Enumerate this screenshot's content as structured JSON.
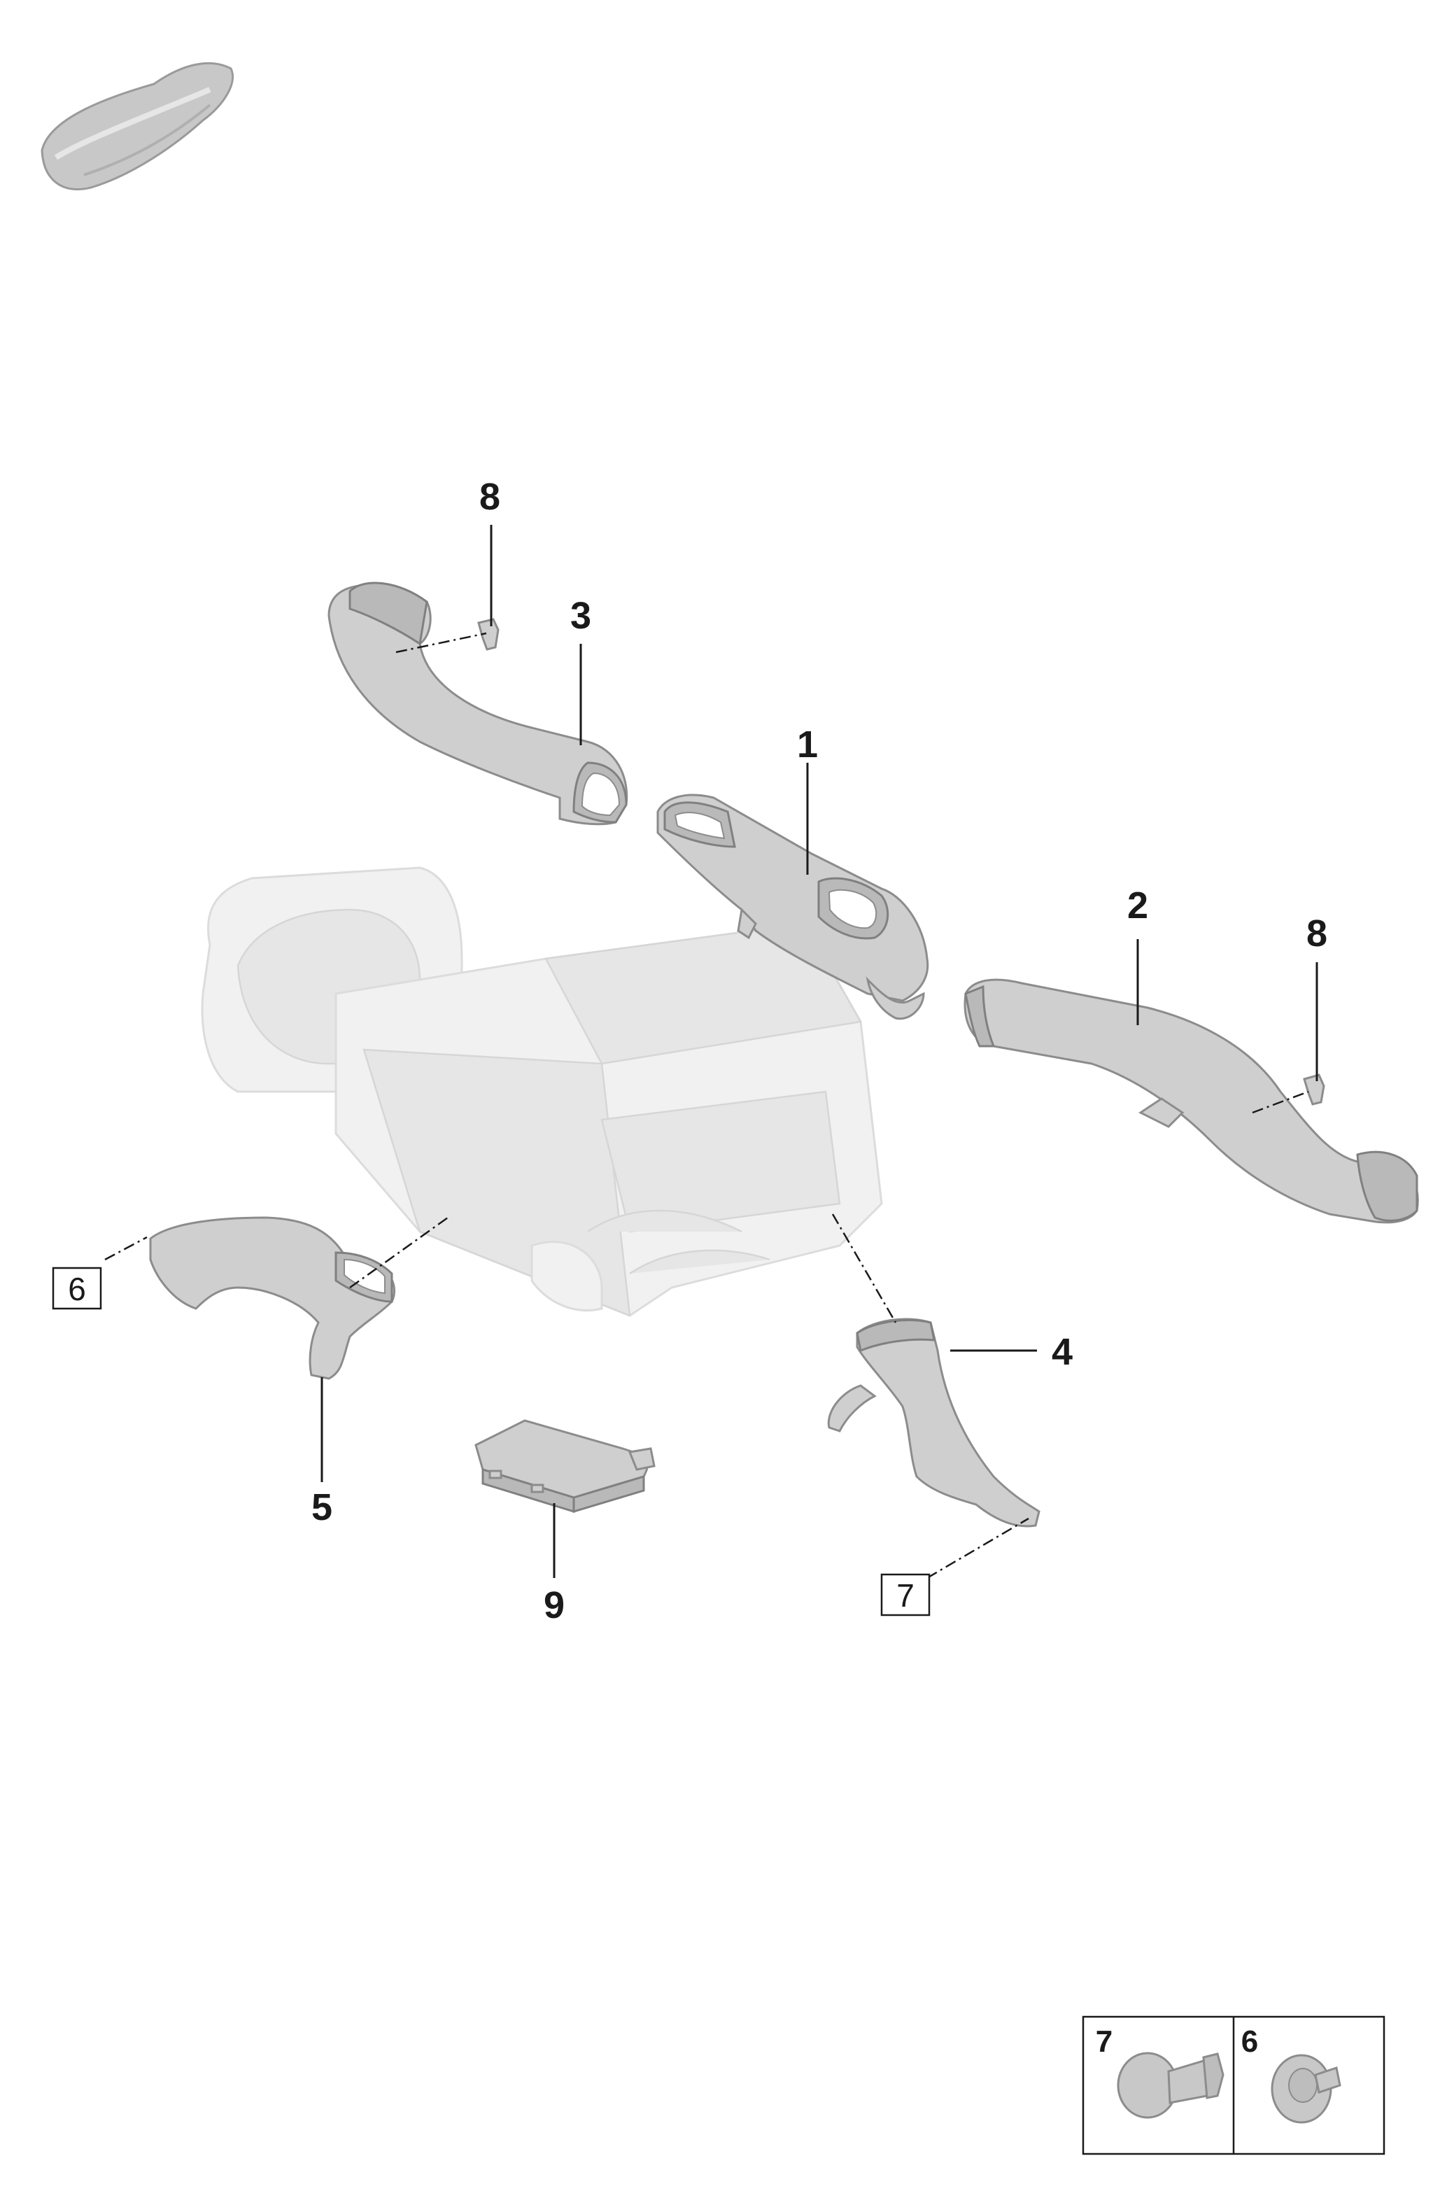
{
  "callouts": {
    "c1": "1",
    "c2": "2",
    "c3": "3",
    "c4": "4",
    "c5": "5",
    "c6": "6",
    "c7": "7",
    "c8a": "8",
    "c8b": "8",
    "c9": "9"
  },
  "legend": {
    "left_label": "7",
    "right_label": "6"
  },
  "icons": {
    "vehicle": "car-silhouette-icon",
    "clip_7": "push-rivet-icon",
    "clip_6": "expanding-clip-icon"
  },
  "colors": {
    "part_fill": "#cfcfcf",
    "part_stroke": "#8c8c8c",
    "ghost_fill": "#f1f1f1",
    "ghost_stroke": "#dcdcdc",
    "line": "#1a1a1a"
  }
}
